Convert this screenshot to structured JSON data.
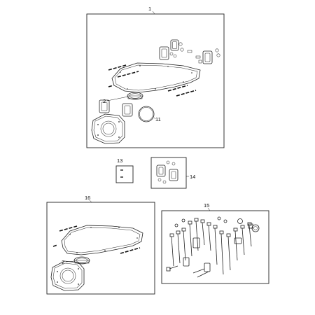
{
  "callouts": {
    "c1": "1",
    "c2_top": "2",
    "c11": "11",
    "c13": "13",
    "c14": "14",
    "c16": "16",
    "c2_bottom": "2",
    "c15": "15"
  },
  "colors": {
    "line": "#222222",
    "background": "#ffffff"
  }
}
